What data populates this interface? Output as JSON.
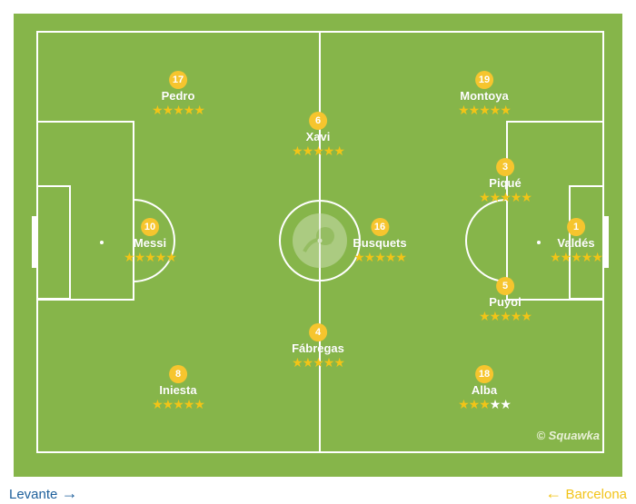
{
  "pitch": {
    "watermark": "© Squawka"
  },
  "players": [
    {
      "key": "pedro",
      "number": "17",
      "name": "Pedro",
      "rating": 5
    },
    {
      "key": "xavi",
      "number": "6",
      "name": "Xavi",
      "rating": 5
    },
    {
      "key": "montoya",
      "number": "19",
      "name": "Montoya",
      "rating": 5
    },
    {
      "key": "pique",
      "number": "3",
      "name": "Piqué",
      "rating": 5
    },
    {
      "key": "messi",
      "number": "10",
      "name": "Messi",
      "rating": 5
    },
    {
      "key": "busquets",
      "number": "16",
      "name": "Busquets",
      "rating": 5
    },
    {
      "key": "valdes",
      "number": "1",
      "name": "Valdés",
      "rating": 5
    },
    {
      "key": "puyol",
      "number": "5",
      "name": "Puyol",
      "rating": 5
    },
    {
      "key": "fabregas",
      "number": "4",
      "name": "Fábregas",
      "rating": 5
    },
    {
      "key": "iniesta",
      "number": "8",
      "name": "Iniesta",
      "rating": 5
    },
    {
      "key": "alba",
      "number": "18",
      "name": "Alba",
      "rating": 2.5
    }
  ],
  "teams": {
    "home": {
      "name": "Levante",
      "arrow": "→",
      "color": "#1d5f9b"
    },
    "away": {
      "name": "Barcelona",
      "arrow": "←",
      "color": "#f2c41a"
    }
  },
  "colors": {
    "pitch": "#86b54a",
    "lines": "#ffffff",
    "badge": "#f6c52e",
    "star": "#f2c417"
  }
}
